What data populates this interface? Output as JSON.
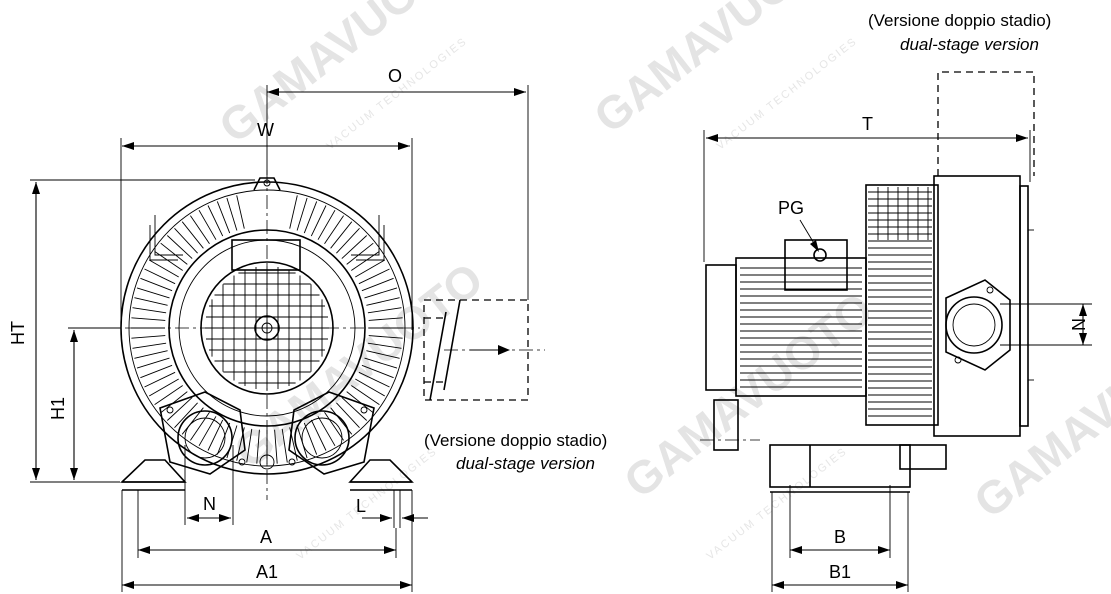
{
  "watermark": {
    "brand": "GAMAVUOTO",
    "tagline": "VACUUM TECHNOLOGIES"
  },
  "front_view": {
    "labels": {
      "O": "O",
      "W": "W",
      "HT": "HT",
      "H1": "H1",
      "N": "N",
      "L": "L",
      "A": "A",
      "A1": "A1"
    },
    "dual_stage_caption": {
      "it": "(Versione doppio stadio)",
      "en": "dual-stage version"
    }
  },
  "side_view": {
    "labels": {
      "T": "T",
      "PG": "PG",
      "N": "N",
      "B": "B",
      "B1": "B1"
    },
    "dual_stage_caption": {
      "it": "(Versione doppio stadio)",
      "en": "dual-stage version"
    }
  }
}
